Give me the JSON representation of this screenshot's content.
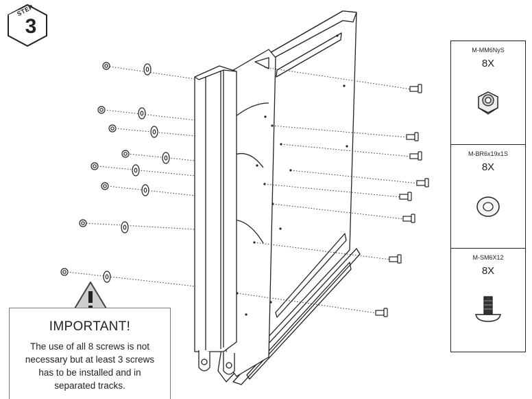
{
  "step": {
    "label": "STEP",
    "number": "3"
  },
  "parts": [
    {
      "code": "M-MM6NyS",
      "qty": "8X",
      "icon": "nylon-lock-nut-icon"
    },
    {
      "code": "M-BR6x19x1S",
      "qty": "8X",
      "icon": "washer-icon"
    },
    {
      "code": "M-SM6X12",
      "qty": "8X",
      "icon": "bolt-icon"
    }
  ],
  "important": {
    "title": "IMPORTANT!",
    "icon": "warning-triangle-icon",
    "lines": [
      "The use of all 8 screws is not",
      "necessary but at least 3 screws",
      "has to be installed and in",
      "separated tracks."
    ]
  },
  "colors": {
    "line": "#222222",
    "dotted": "#333333"
  }
}
